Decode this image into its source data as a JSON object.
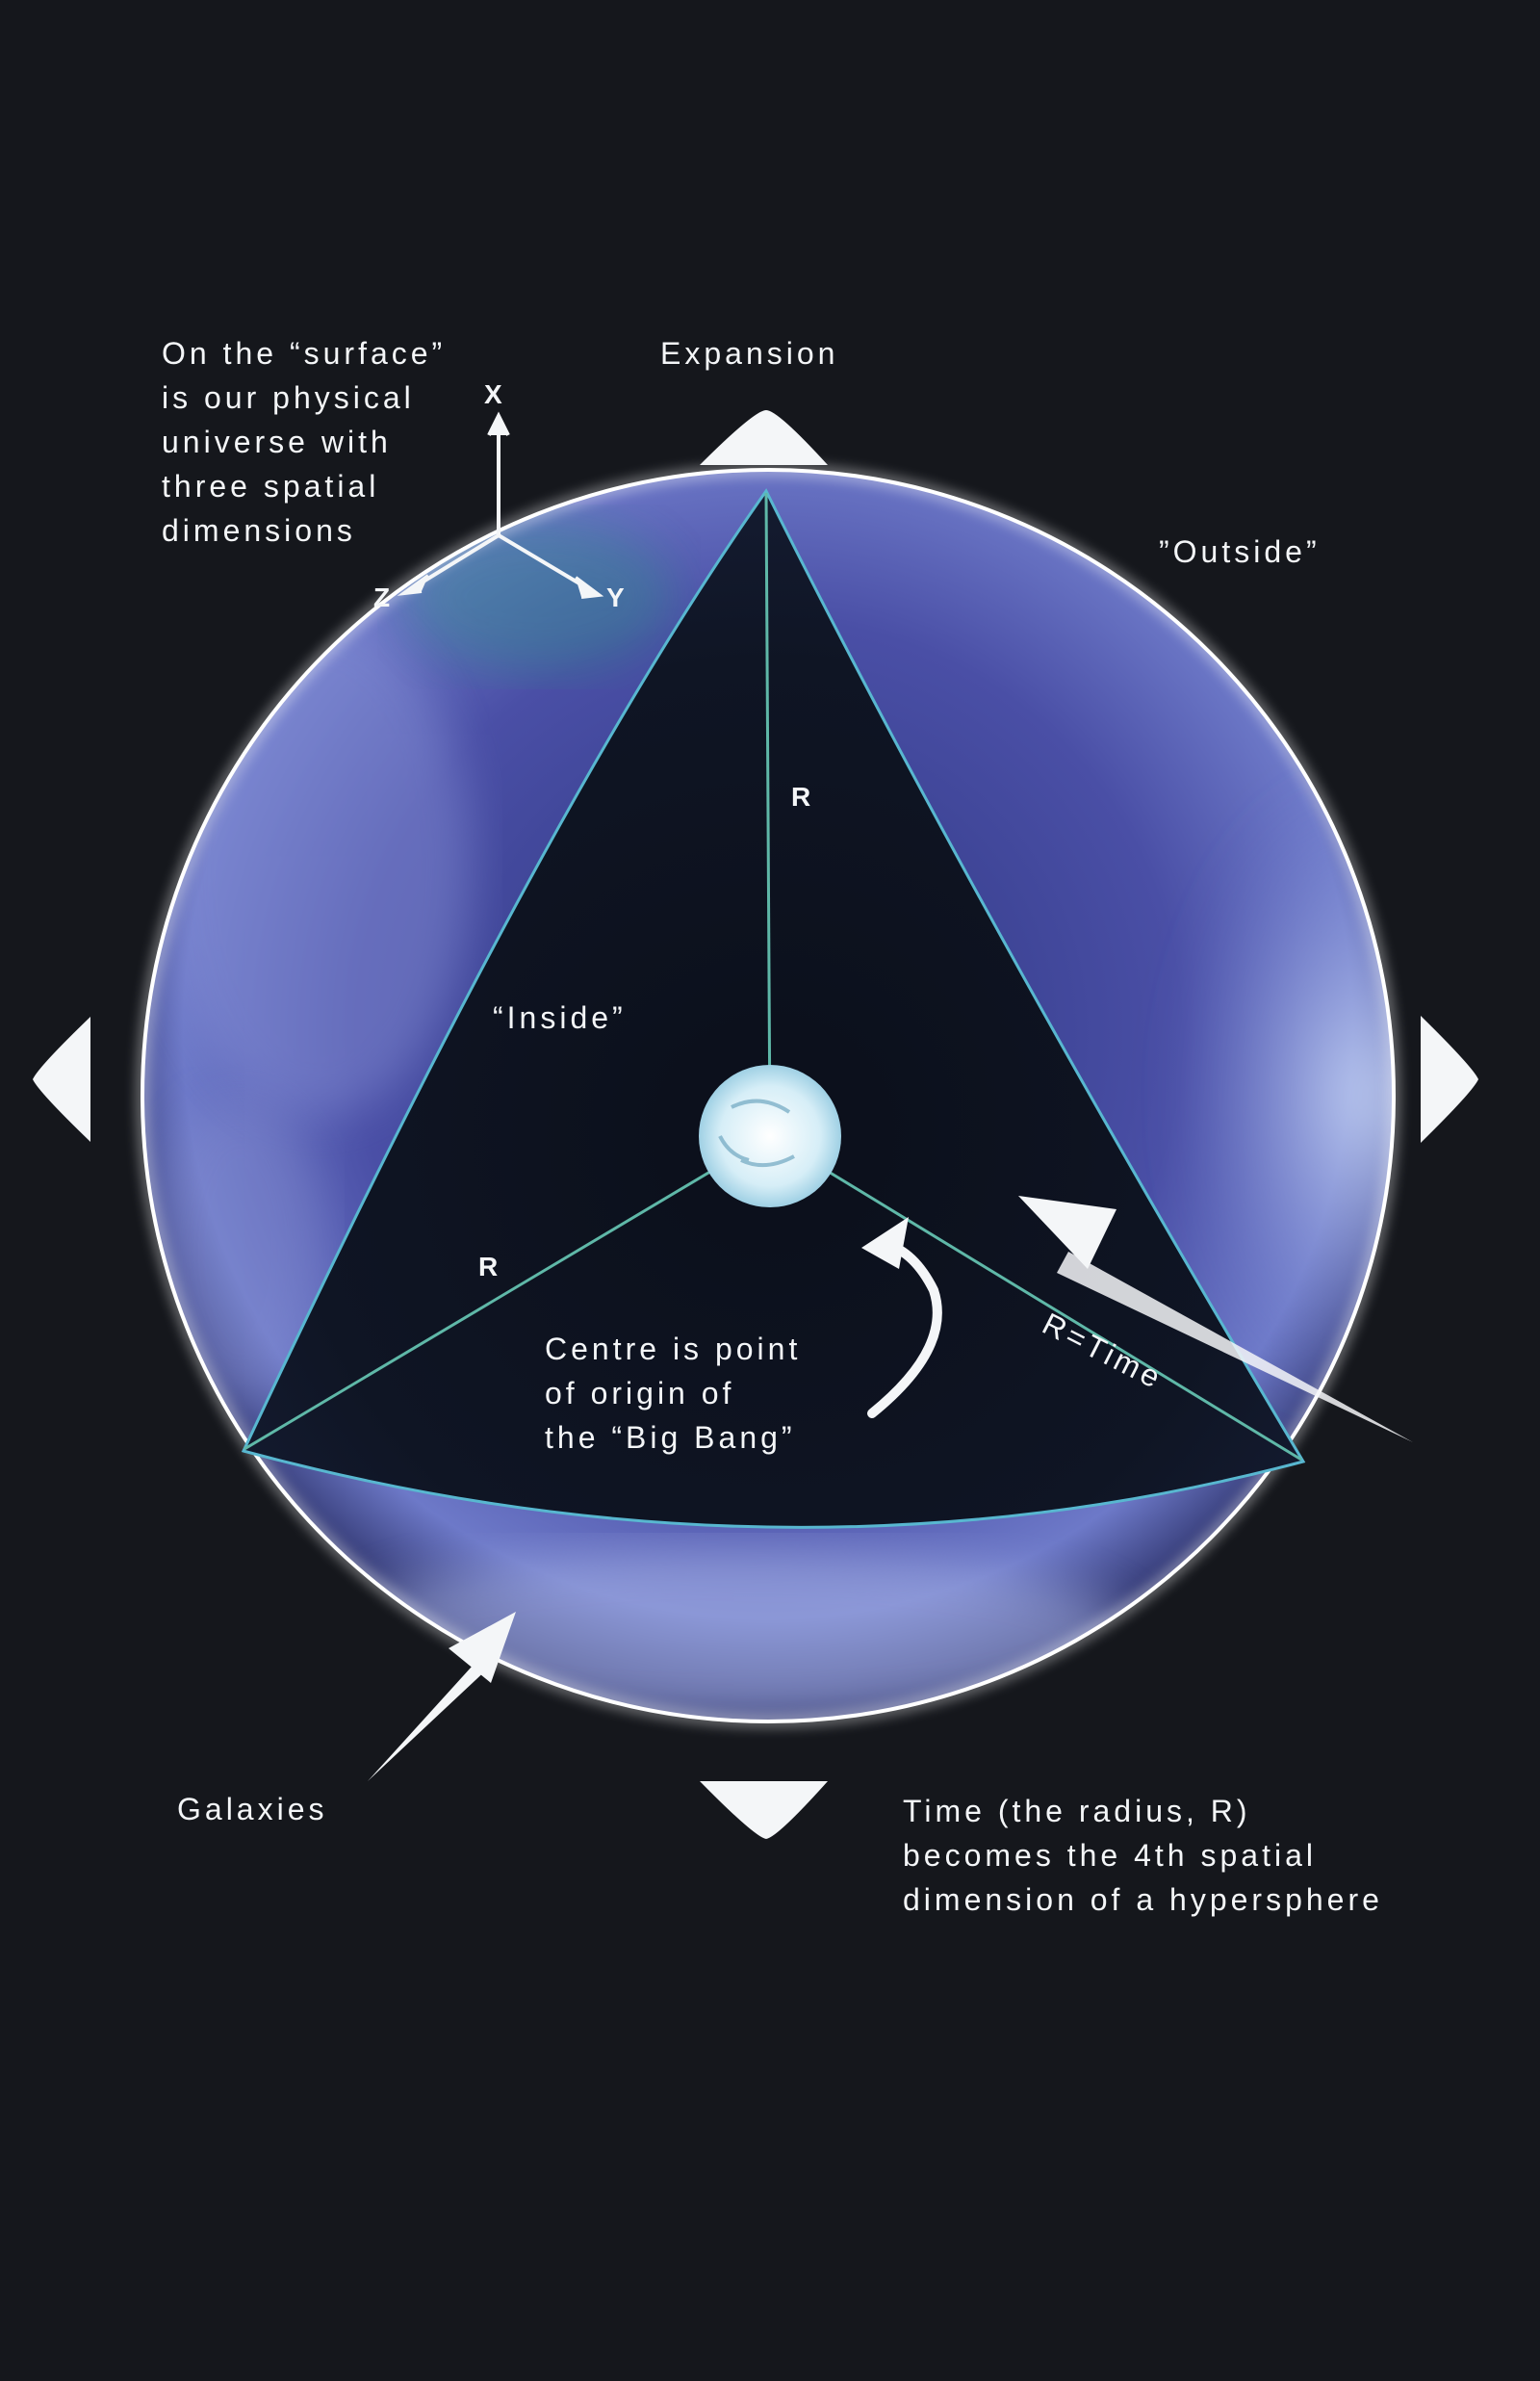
{
  "labels": {
    "surface": [
      "On the “surface”",
      "is our physical",
      "universe with",
      "three spatial",
      "dimensions"
    ],
    "expansion": "Expansion",
    "outside": "”Outside”",
    "inside": "“Inside”",
    "radius_top": "R",
    "radius_left": "R",
    "r_equals_time": "R=Time",
    "centre": [
      "Centre is point",
      "of origin of",
      "the “Big Bang”"
    ],
    "galaxies": "Galaxies",
    "time": [
      "Time (the radius, R)",
      "becomes the 4th spatial",
      "dimension of a hypersphere"
    ]
  },
  "axes": {
    "x": "X",
    "y": "Y",
    "z": "Z"
  },
  "colors": {
    "background": "#15171c",
    "sphere_shell": "#4a4f9e",
    "sphere_light": "#b9c6ee",
    "triangle_edge": "#58b7d0",
    "radius_line": "#5fb8a8",
    "text": "#f4f6f8"
  }
}
